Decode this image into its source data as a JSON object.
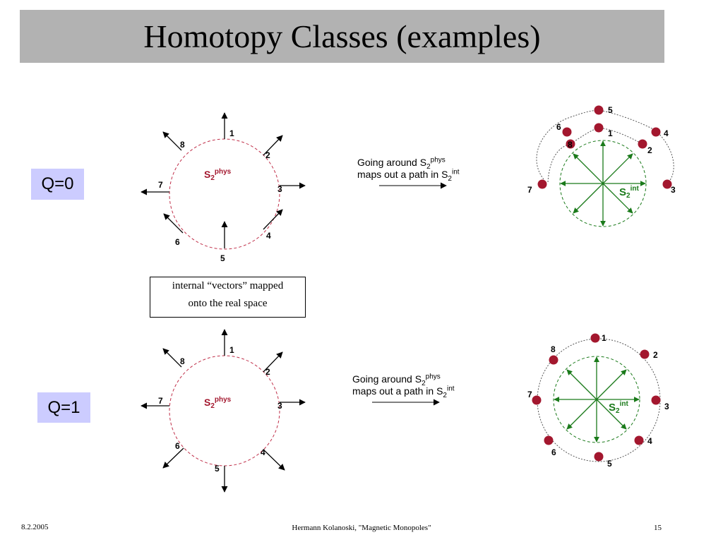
{
  "slide": {
    "title": "Homotopy Classes (examples)",
    "footer_date": "8.2.2005",
    "footer_author": "Hermann Kolanoski,    \"Magnetic Monopoles\"",
    "footer_page": "15"
  },
  "note": {
    "line1": "internal “vectors” mapped",
    "line2": "onto the real space"
  },
  "colors": {
    "dashed_phys": "#c0304a",
    "sphere_int": "#1a7a1a",
    "dot": "#a3172e",
    "title_bg": "#b2b2b2",
    "qbox_bg": "#ccccff"
  },
  "rows": [
    {
      "charge": "Q=0",
      "phys": {
        "label": "S",
        "sub": "2",
        "sup": "phys",
        "numbers": [
          "1",
          "2",
          "3",
          "4",
          "5",
          "6",
          "7",
          "8"
        ]
      },
      "mapping": {
        "line1_pre": "Going around S",
        "line1_sub": "2",
        "line1_sup": "phys",
        "line2_pre": "maps out a path in S",
        "line2_sub": "2",
        "line2_sup": "int"
      },
      "int": {
        "label": "S",
        "sub": "2",
        "sup": "int",
        "numbers": [
          "1",
          "2",
          "3",
          "4",
          "5",
          "6",
          "7",
          "8"
        ]
      }
    },
    {
      "charge": "Q=1",
      "phys": {
        "label": "S",
        "sub": "2",
        "sup": "phys",
        "numbers": [
          "1",
          "2",
          "3",
          "4",
          "5",
          "6",
          "7",
          "8"
        ]
      },
      "mapping": {
        "line1_pre": "Going around S",
        "line1_sub": "2",
        "line1_sup": "phys",
        "line2_pre": "maps out a path in S",
        "line2_sub": "2",
        "line2_sup": "int"
      },
      "int": {
        "label": "S",
        "sub": "2",
        "sup": "int",
        "numbers": [
          "1",
          "2",
          "3",
          "4",
          "5",
          "6",
          "7",
          "8"
        ]
      }
    }
  ]
}
